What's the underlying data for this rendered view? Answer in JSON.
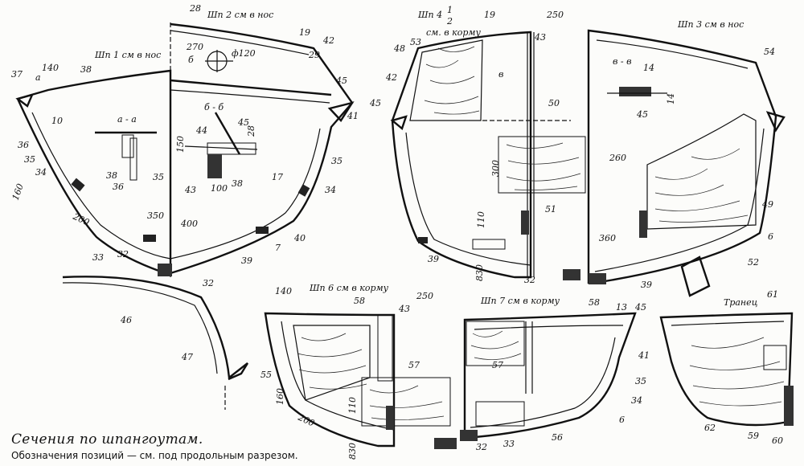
{
  "caption": "Сечения по шпангоутам.",
  "subcaption": "Обозначения позиций — см. под продольным разрезом.",
  "sections": {
    "sp1": "Шп 1 см в нос",
    "sp2": "Шп 2 см в нос",
    "sp4_main": "Шп 4",
    "sp4_frac_num": "1",
    "sp4_frac_den": "2",
    "sp4_tail": "см. в корму",
    "sp3": "Шп 3 см в нос",
    "sp6": "Шп 6 см в корму",
    "sp7": "Шп 7 см в корму",
    "tranets": "Транец"
  },
  "details": {
    "aa": "а - а",
    "bb": "б - б",
    "vv": "в - в",
    "a_mark": "а",
    "b_mark": "б",
    "v_mark": "в"
  },
  "dimensions": [
    "140",
    "270",
    "ф120",
    "100",
    "150",
    "45",
    "28",
    "160",
    "200",
    "350",
    "400",
    "250",
    "300",
    "110",
    "830",
    "260",
    "360",
    "14",
    "45",
    "14",
    "140",
    "250",
    "160",
    "200",
    "110",
    "830"
  ],
  "part_numbers": {
    "p28": "28",
    "p19": "19",
    "p42": "42",
    "p29": "29",
    "p45": "45",
    "p41": "41",
    "p35": "35",
    "p34": "34",
    "p40": "40",
    "p7": "7",
    "p39": "39",
    "p32": "32",
    "p33": "33",
    "p37": "37",
    "p38": "38",
    "p36": "36",
    "p44": "44",
    "p43": "43",
    "p17": "17",
    "p53": "53",
    "p48": "48",
    "p50": "50",
    "p51": "51",
    "p54": "54",
    "p49": "49",
    "p6": "6",
    "p52": "52",
    "p46": "46",
    "p47": "47",
    "p58": "58",
    "p55": "55",
    "p57": "57",
    "p56": "56",
    "p13": "13",
    "p61": "61",
    "p62": "62",
    "p59": "59",
    "p60": "60",
    "p10": "10"
  }
}
